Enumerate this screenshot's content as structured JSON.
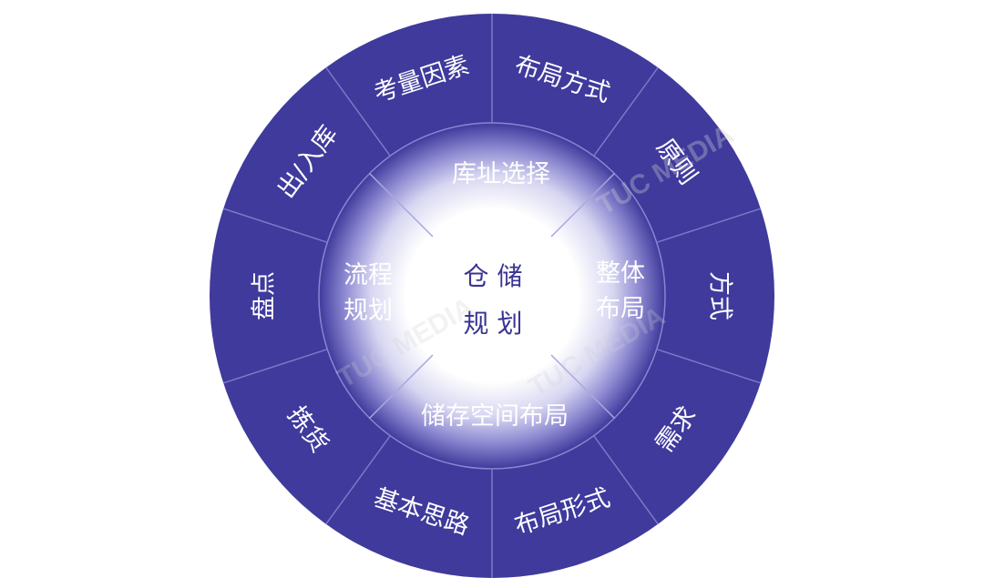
{
  "colors": {
    "ring": "#3f3a9c",
    "ring_stroke": "#6d68bd",
    "center_text": "#3a3493",
    "glow_inner": "#ffffff",
    "glow_mid": "#a8a6de",
    "watermark": "#cfcfd4"
  },
  "diagram": {
    "center": {
      "line1": "仓 储",
      "line2": "规 划"
    },
    "middle": [
      {
        "id": "top",
        "label": "库址选择"
      },
      {
        "id": "right",
        "line1": "整体",
        "line2": "布局"
      },
      {
        "id": "bottom",
        "label": "储存空间布局"
      },
      {
        "id": "left",
        "line1": "流程",
        "line2": "规划"
      }
    ],
    "outer": [
      {
        "id": "buju-fangshi",
        "label": "布局方式"
      },
      {
        "id": "yuanze",
        "label": "原则"
      },
      {
        "id": "fangshi",
        "label": "方式"
      },
      {
        "id": "xuqiu",
        "label": "需求"
      },
      {
        "id": "buju-xingshi",
        "label": "布局形式"
      },
      {
        "id": "jiben-silu",
        "label": "基本思路"
      },
      {
        "id": "jianhuo",
        "label": "拣货"
      },
      {
        "id": "pandian",
        "label": "盘点"
      },
      {
        "id": "churuku",
        "label": "出/入库"
      },
      {
        "id": "kaoliang-yinsu",
        "label": "考量因素"
      }
    ]
  },
  "watermark": {
    "text": "TUC MEDIA"
  }
}
